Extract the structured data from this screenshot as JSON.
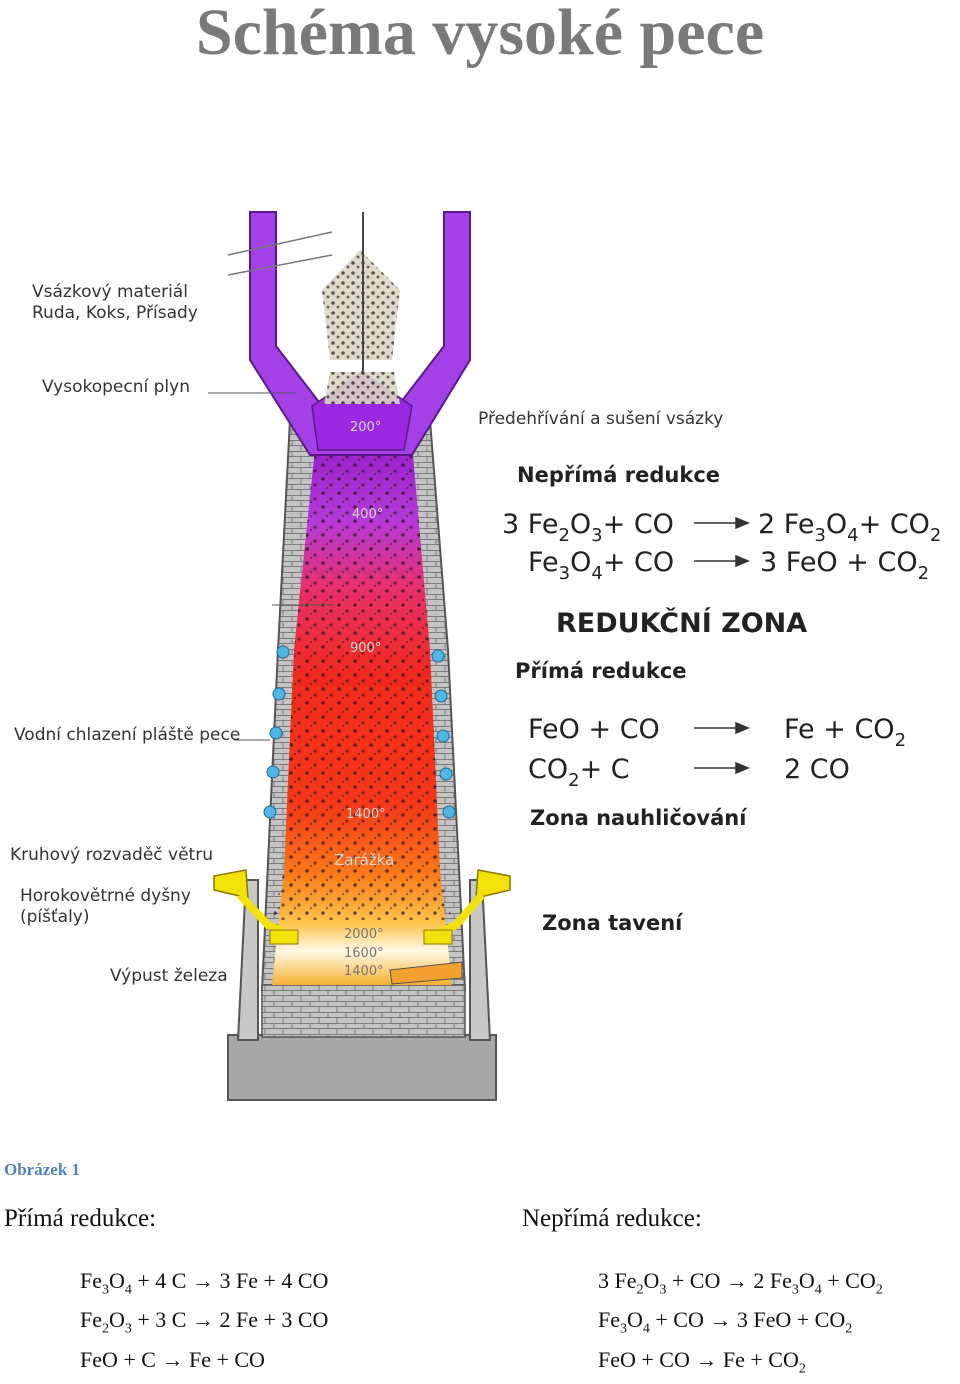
{
  "title": "Schéma vysoké pece",
  "labels": {
    "charge_line1": "Vsázkový materiál",
    "charge_line2": "Ruda, Koks, Přísady",
    "gas": "Vysokopecní plyn",
    "cooling": "Vodní chlazení pláště pece",
    "ring": "Kruhový rozvaděč větru",
    "tuyeres_line1": "Horokovětrné dyšny",
    "tuyeres_line2": "(píšťaly)",
    "tap": "Výpust železa",
    "preheat": "Předehřívání a sušení vsázky",
    "indirect": "Nepřímá redukce",
    "reduction_zone": "REDUKČNÍ  ZONA",
    "direct": "Přímá redukce",
    "carburization": "Zona nauhličování",
    "melting": "Zona tavení"
  },
  "temperatures": {
    "t200": "200°",
    "t400": "400°",
    "t900": "900°",
    "t1400a": "1400°",
    "blockage": "Zarážka",
    "t2000": "2000°",
    "t1600": "1600°",
    "t1400b": "1400°"
  },
  "diagram_equations": {
    "ind1_left": "3 Fe2O3 + CO",
    "ind1_right": "2 Fe3O4 + CO2",
    "ind2_left": "Fe3O4 + CO",
    "ind2_right": "3 FeO + CO2",
    "dir1_left": "FeO + CO",
    "dir1_right": "Fe + CO2",
    "dir2_left": "CO2 + C",
    "dir2_right": "2 CO"
  },
  "caption": "Obrázek 1",
  "direct_heading": "Přímá redukce:",
  "indirect_heading": "Nepřímá redukce:",
  "direct_equations": [
    "Fe3O4 + 4 C → 3 Fe + 4 CO",
    "Fe2O3 + 3 C → 2 Fe + 3 CO",
    "FeO + C → Fe + CO"
  ],
  "indirect_equations": [
    "3 Fe2O3 + CO → 2 Fe3O4 + CO2",
    "Fe3O4 + CO → 3 FeO + CO2",
    "FeO + CO → Fe + CO2"
  ],
  "colors": {
    "title": "#7a7a7a",
    "caption": "#4f81bd",
    "hopper": "#a340e6",
    "brick": "#bcbcbc",
    "water": "#4fb6e6",
    "tuyere": "#f2e20a"
  }
}
